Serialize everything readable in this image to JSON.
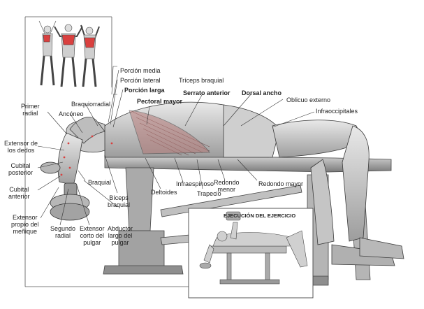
{
  "labels": {
    "porcion_media": "Porción media",
    "porcion_lateral": "Porción lateral",
    "porcion_larga": "Porción larga",
    "triceps_braquial": "Tríceps braquial",
    "serrato_anterior": "Serrato anterior",
    "dorsal_ancho": "Dorsal ancho",
    "pectoral_mayor": "Pectoral mayor",
    "oblicuo_externo": "Oblicuo externo",
    "infraoccipitales": "Infraoccipitales",
    "braquiorradial": "Braquiorradial",
    "primer_radial": "Primer\nradial",
    "anconeo": "Ancóneo",
    "extensor_dedos": "Extensor de\nlos dedos",
    "cubital_posterior": "Cubital\nposterior",
    "cubital_anterior": "Cubital\nanterior",
    "extensor_menique": "Extensor\npropio del\nmeñique",
    "segundo_radial": "Segundo\nradial",
    "extensor_corto_pulgar": "Extensor\ncorto del\npulgar",
    "abductor_largo_pulgar": "Abductor\nlargo del\npulgar",
    "braquial": "Braquial",
    "biceps_braquial": "Bíceps\nbraquial",
    "deltoides": "Deltoides",
    "infraespinoso": "Infraespinoso",
    "trapecio": "Trapecio",
    "redondo_menor": "Redondo\nmenor",
    "redondo_mayor": "Redondo mayor"
  },
  "inset": {
    "title": "EJECUCIÓN DEL EJERCICIO"
  },
  "colors": {
    "line": "#333333",
    "muscle": "#c8c8c8",
    "muscle_dark": "#8a8a8a",
    "highlight": "#d9403f",
    "bench": "#9a9a9a"
  }
}
